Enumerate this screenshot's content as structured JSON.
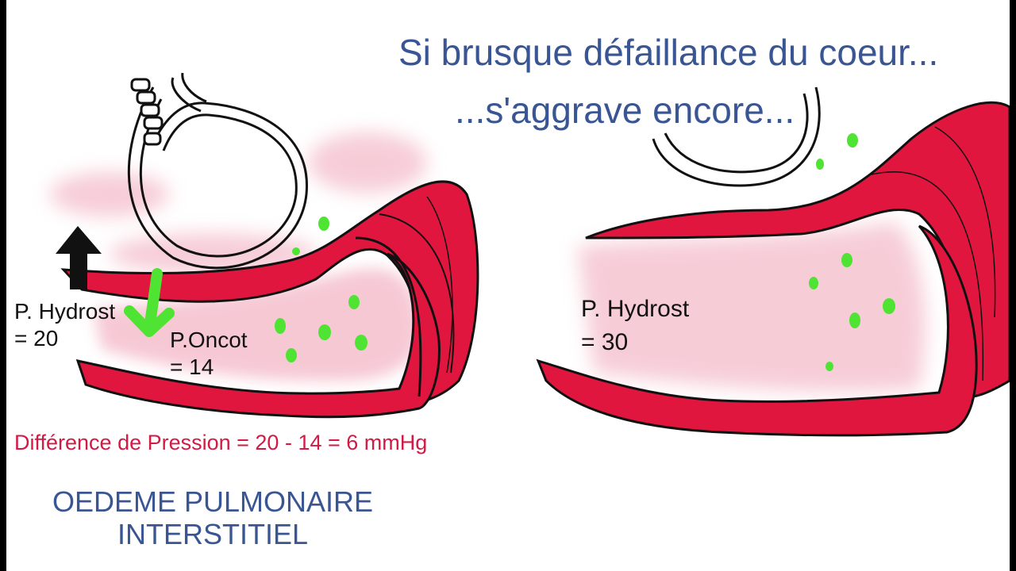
{
  "title": {
    "line1": "Si brusque défaillance du coeur...",
    "line2": "...s'aggrave encore..."
  },
  "left_vessel": {
    "hydrost_line1": "P. Hydrost",
    "hydrost_line2": "= 20",
    "oncot_line1": "P.Oncot",
    "oncot_line2": "= 14"
  },
  "right_vessel": {
    "hydrost_line1": "P. Hydrost",
    "hydrost_line2": "= 30"
  },
  "pressure_difference": "Différence de Pression = 20 - 14 = 6 mmHg",
  "caption": {
    "line1": "OEDEME PULMONAIRE",
    "line2": "INTERSTITIEL"
  },
  "colors": {
    "vessel_red": "#e0163f",
    "blood_pink": "#f0a4b8",
    "particle_green": "#4fe333",
    "text_blue": "#3a5593",
    "text_red": "#d21a45"
  }
}
